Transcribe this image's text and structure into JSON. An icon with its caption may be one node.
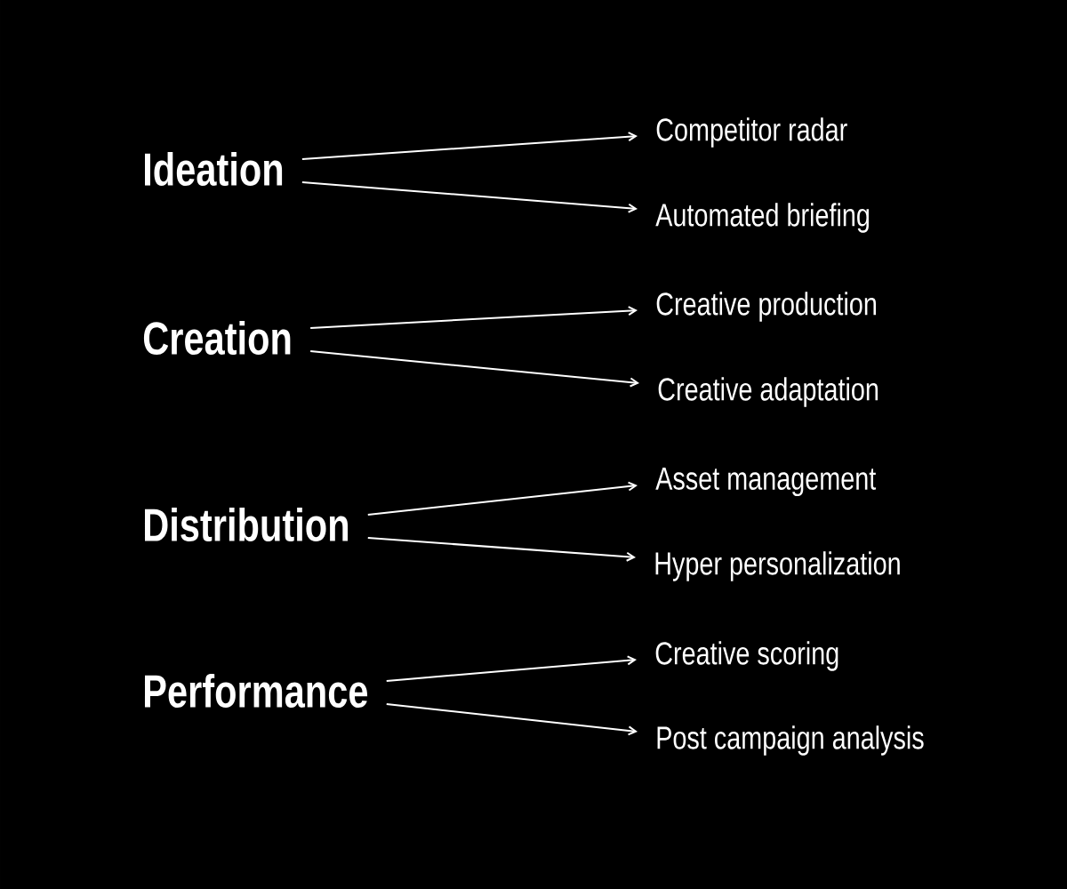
{
  "diagram": {
    "nodes": [
      {
        "text": [
          "Ideation"
        ]
      },
      {
        "text": [
          "Competitor radar"
        ]
      },
      {
        "text": [
          "Automated briefing"
        ]
      },
      {
        "text": [
          "Creation"
        ]
      },
      {
        "text": [
          "Creative production"
        ]
      },
      {
        "text": [
          "Creative adaptation"
        ]
      },
      {
        "text": [
          "Distribution"
        ]
      },
      {
        "text": [
          "Asset management"
        ]
      },
      {
        "text": [
          "Hyper personalization"
        ]
      },
      {
        "text": [
          "Performance"
        ]
      },
      {
        "text": [
          "Creative scoring"
        ]
      },
      {
        "text": [
          "Post campaign analysis"
        ]
      }
    ],
    "edges": [
      {
        "from": 0,
        "to": 1,
        "arrow": "to"
      },
      {
        "from": 0,
        "to": 2,
        "arrow": "to"
      },
      {
        "from": 3,
        "to": 4,
        "arrow": "to"
      },
      {
        "from": 3,
        "to": 5,
        "arrow": "to"
      },
      {
        "from": 6,
        "to": 7,
        "arrow": "to"
      },
      {
        "from": 6,
        "to": 8,
        "arrow": "to"
      },
      {
        "from": 9,
        "to": 10,
        "arrow": "to"
      },
      {
        "from": 9,
        "to": 11,
        "arrow": "to"
      }
    ]
  }
}
